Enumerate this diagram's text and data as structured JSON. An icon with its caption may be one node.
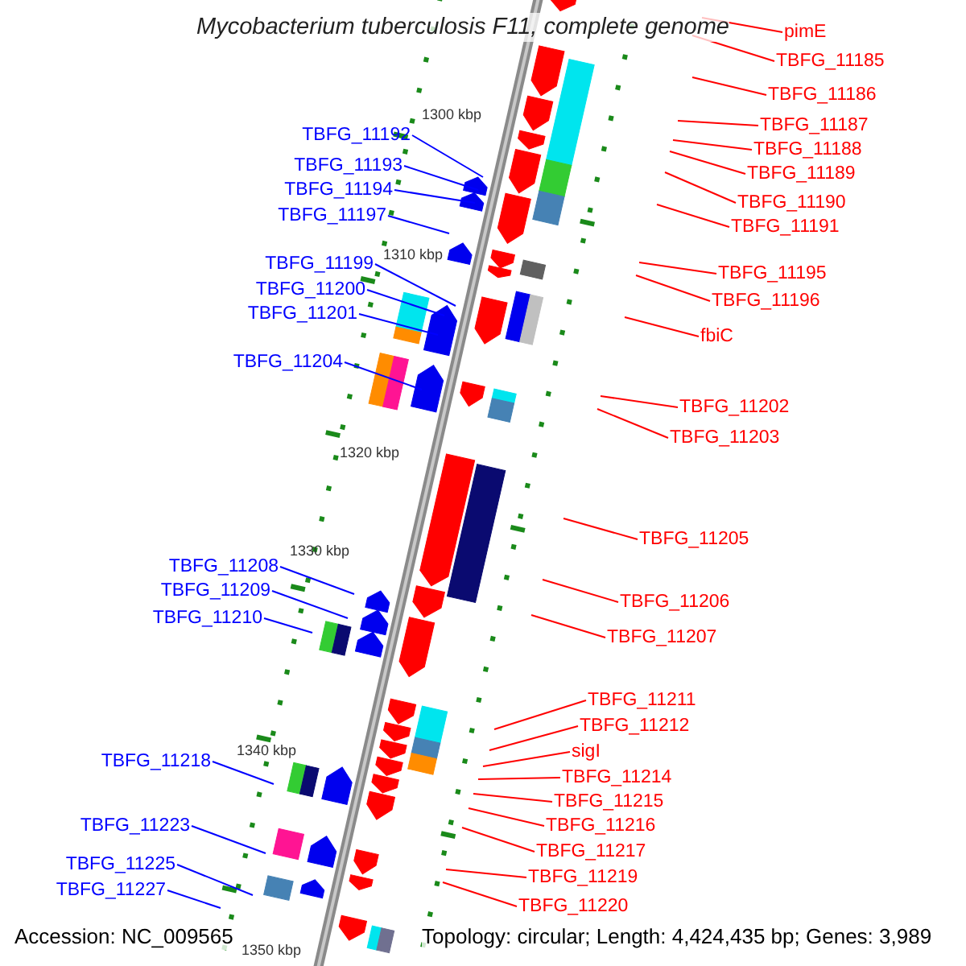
{
  "diagram": {
    "title": "Mycobacterium tuberculosis F11, complete genome",
    "nodes": [
      {
        "text": [
          "pimE"
        ]
      },
      {
        "text": [
          "TBFG_11185"
        ]
      },
      {
        "text": [
          "TBFG_11186"
        ]
      },
      {
        "text": [
          "TBFG_11187"
        ]
      },
      {
        "text": [
          "TBFG_11188"
        ]
      },
      {
        "text": [
          "TBFG_11189"
        ]
      },
      {
        "text": [
          "TBFG_11190"
        ]
      },
      {
        "text": [
          "TBFG_11191"
        ]
      },
      {
        "text": [
          "TBFG_11195"
        ]
      },
      {
        "text": [
          "TBFG_11196"
        ]
      },
      {
        "text": [
          "fbiC"
        ]
      },
      {
        "text": [
          "TBFG_11202"
        ]
      },
      {
        "text": [
          "TBFG_11203"
        ]
      },
      {
        "text": [
          "TBFG_11205"
        ]
      },
      {
        "text": [
          "TBFG_11206"
        ]
      },
      {
        "text": [
          "TBFG_11207"
        ]
      },
      {
        "text": [
          "TBFG_11211"
        ]
      },
      {
        "text": [
          "TBFG_11212"
        ]
      },
      {
        "text": [
          "sigI"
        ]
      },
      {
        "text": [
          "TBFG_11214"
        ]
      },
      {
        "text": [
          "TBFG_11215"
        ]
      },
      {
        "text": [
          "TBFG_11216"
        ]
      },
      {
        "text": [
          "TBFG_11217"
        ]
      },
      {
        "text": [
          "TBFG_11219"
        ]
      },
      {
        "text": [
          "TBFG_11220"
        ]
      },
      {
        "text": [
          "TBFG_11192"
        ]
      },
      {
        "text": [
          "TBFG_11193"
        ]
      },
      {
        "text": [
          "TBFG_11194"
        ]
      },
      {
        "text": [
          "TBFG_11197"
        ]
      },
      {
        "text": [
          "TBFG_11199"
        ]
      },
      {
        "text": [
          "TBFG_11200"
        ]
      },
      {
        "text": [
          "TBFG_11201"
        ]
      },
      {
        "text": [
          "TBFG_11204"
        ]
      },
      {
        "text": [
          "TBFG_11208"
        ]
      },
      {
        "text": [
          "TBFG_11209"
        ]
      },
      {
        "text": [
          "TBFG_11210"
        ]
      },
      {
        "text": [
          "TBFG_11218"
        ]
      },
      {
        "text": [
          "TBFG_11223"
        ]
      },
      {
        "text": [
          "TBFG_11225"
        ]
      },
      {
        "text": [
          "TBFG_11227"
        ]
      }
    ],
    "edges": [
      {
        "from": 0,
        "to": null,
        "arrow": "none"
      },
      {
        "from": 1,
        "to": null,
        "arrow": "none"
      },
      {
        "from": 2,
        "to": null,
        "arrow": "none"
      },
      {
        "from": 3,
        "to": null,
        "arrow": "none"
      },
      {
        "from": 4,
        "to": null,
        "arrow": "none"
      },
      {
        "from": 5,
        "to": null,
        "arrow": "none"
      },
      {
        "from": 6,
        "to": null,
        "arrow": "none"
      },
      {
        "from": 7,
        "to": null,
        "arrow": "none"
      },
      {
        "from": 8,
        "to": null,
        "arrow": "none"
      },
      {
        "from": 9,
        "to": null,
        "arrow": "none"
      },
      {
        "from": 10,
        "to": null,
        "arrow": "none"
      },
      {
        "from": 11,
        "to": null,
        "arrow": "none"
      },
      {
        "from": 12,
        "to": null,
        "arrow": "none"
      },
      {
        "from": 13,
        "to": null,
        "arrow": "none"
      },
      {
        "from": 14,
        "to": null,
        "arrow": "none"
      },
      {
        "from": 15,
        "to": null,
        "arrow": "none"
      },
      {
        "from": 16,
        "to": null,
        "arrow": "none"
      },
      {
        "from": 17,
        "to": null,
        "arrow": "none"
      },
      {
        "from": 18,
        "to": null,
        "arrow": "none"
      },
      {
        "from": 19,
        "to": null,
        "arrow": "none"
      },
      {
        "from": 20,
        "to": null,
        "arrow": "none"
      },
      {
        "from": 21,
        "to": null,
        "arrow": "none"
      },
      {
        "from": 22,
        "to": null,
        "arrow": "none"
      },
      {
        "from": 23,
        "to": null,
        "arrow": "none"
      },
      {
        "from": 24,
        "to": null,
        "arrow": "none"
      },
      {
        "from": 25,
        "to": null,
        "arrow": "none",
        "color": "#0000ff"
      },
      {
        "from": 26,
        "to": null,
        "arrow": "none",
        "color": "#0000ff"
      },
      {
        "from": 27,
        "to": null,
        "arrow": "none",
        "color": "#0000ff"
      },
      {
        "from": 28,
        "to": null,
        "arrow": "none",
        "color": "#0000ff"
      },
      {
        "from": 29,
        "to": null,
        "arrow": "none",
        "color": "#0000ff"
      },
      {
        "from": 30,
        "to": null,
        "arrow": "none",
        "color": "#0000ff"
      },
      {
        "from": 31,
        "to": null,
        "arrow": "none",
        "color": "#0000ff"
      },
      {
        "from": 32,
        "to": null,
        "arrow": "none",
        "color": "#0000ff"
      },
      {
        "from": 33,
        "to": null,
        "arrow": "none",
        "color": "#0000ff"
      },
      {
        "from": 34,
        "to": null,
        "arrow": "none",
        "color": "#0000ff"
      },
      {
        "from": 35,
        "to": null,
        "arrow": "none",
        "color": "#0000ff"
      },
      {
        "from": 36,
        "to": null,
        "arrow": "none",
        "color": "#0000ff"
      },
      {
        "from": 37,
        "to": null,
        "arrow": "none",
        "color": "#0000ff"
      },
      {
        "from": 38,
        "to": null,
        "arrow": "none",
        "color": "#0000ff"
      },
      {
        "from": 39,
        "to": null,
        "arrow": "none",
        "color": "#0000ff"
      }
    ],
    "labels": [
      "1300 kbp",
      "1310 kbp",
      "1320 kbp",
      "1330 kbp",
      "1340 kbp",
      "1350 kbp",
      "Accession: NC_009565",
      "Topology: circular; Length: 4,424,435 bp; Genes: 3,989"
    ]
  }
}
